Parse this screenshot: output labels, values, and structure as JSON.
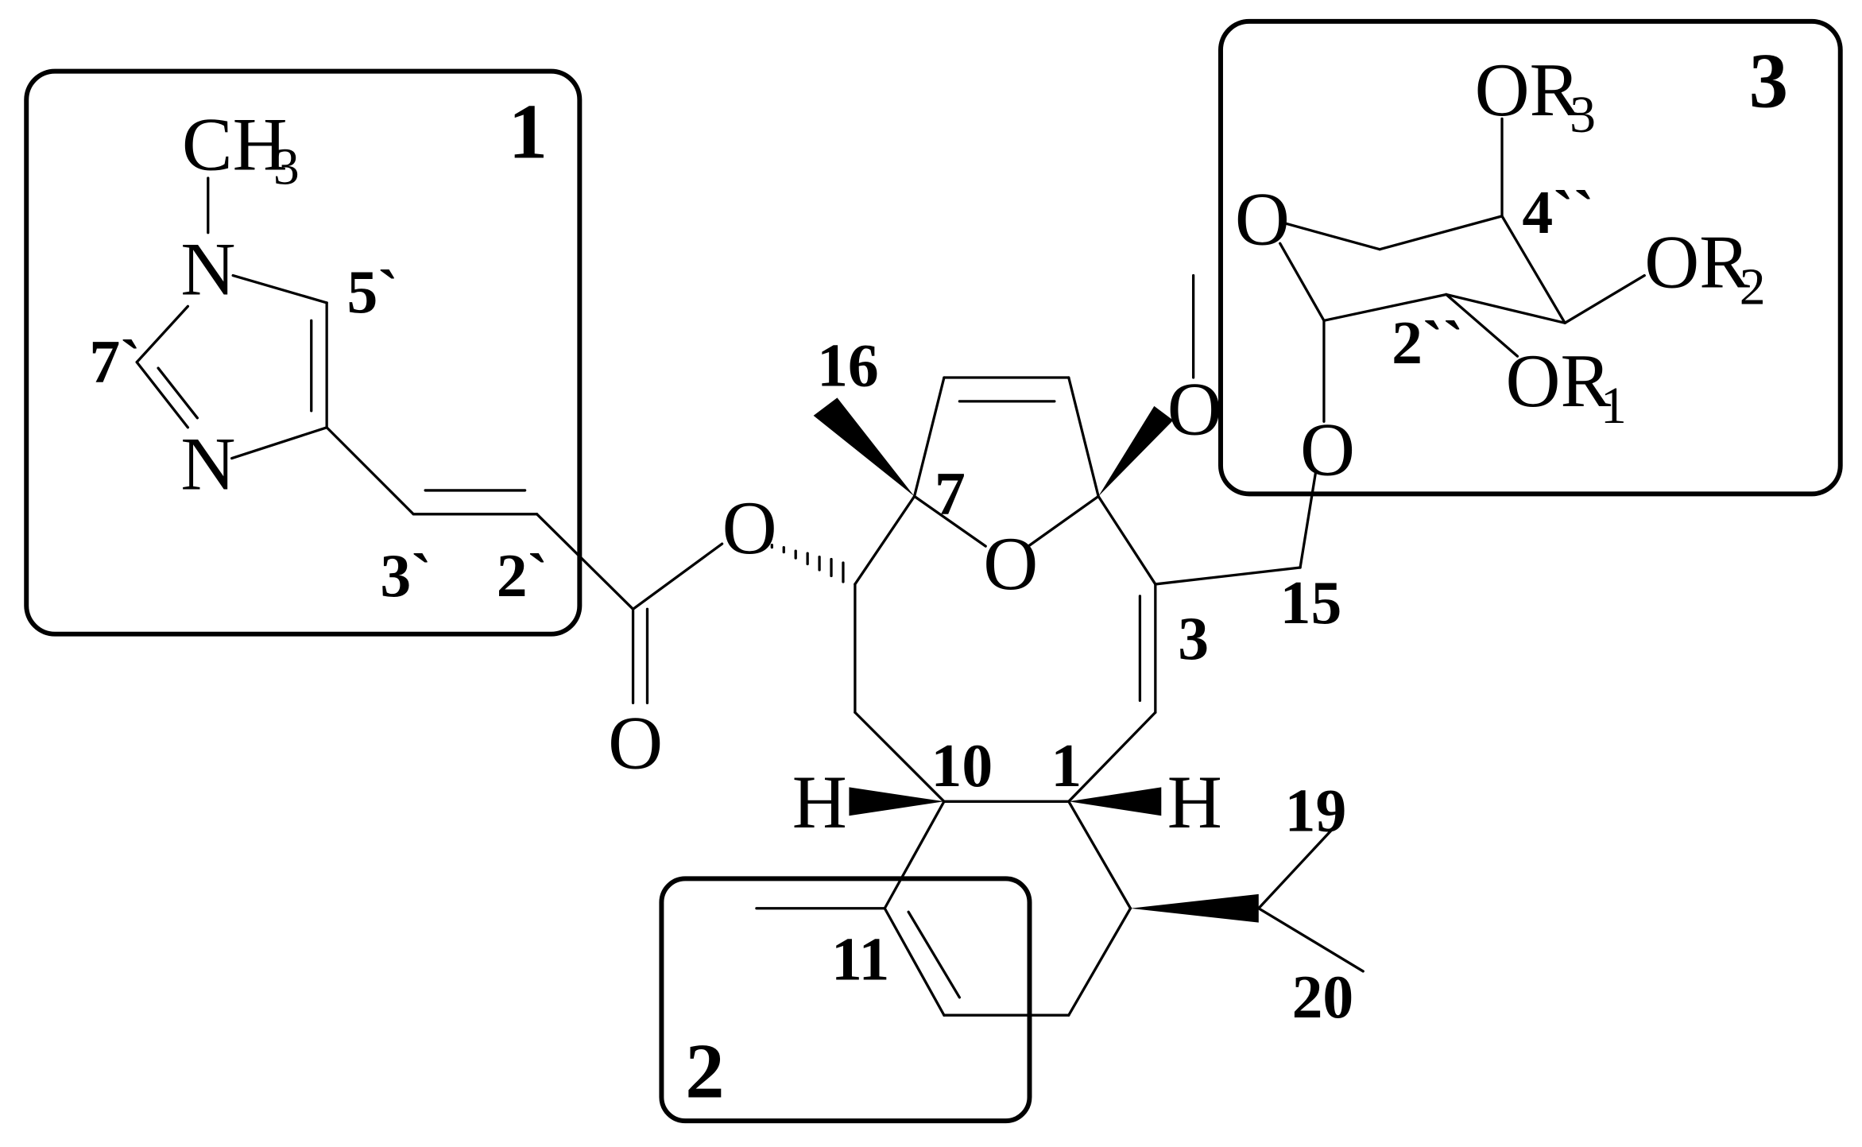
{
  "boxes": {
    "box1": "1",
    "box2": "2",
    "box3": "3"
  },
  "atoms": {
    "ch3_c": "CH",
    "ch3_sub": "3",
    "n_top": "N",
    "n_bottom": "N",
    "o_ester": "O",
    "o_carbonyl": "O",
    "o_ring": "O",
    "o_methoxy": "O",
    "o_sugar_ring": "O",
    "o_glyco": "O",
    "or1": "OR",
    "or1_sub": "1",
    "or2": "OR",
    "or2_sub": "2",
    "or3": "OR",
    "or3_sub": "3",
    "h_left": "H",
    "h_right": "H"
  },
  "numbering": {
    "c5p": "5`",
    "c7p": "7`",
    "c3p": "3`",
    "c2p": "2`",
    "c16": "16",
    "c7": "7",
    "c15": "15",
    "c3": "3",
    "c10": "10",
    "c1": "1",
    "c11": "11",
    "c19": "19",
    "c20": "20",
    "c2pp": "2``",
    "c4pp": "4``"
  }
}
